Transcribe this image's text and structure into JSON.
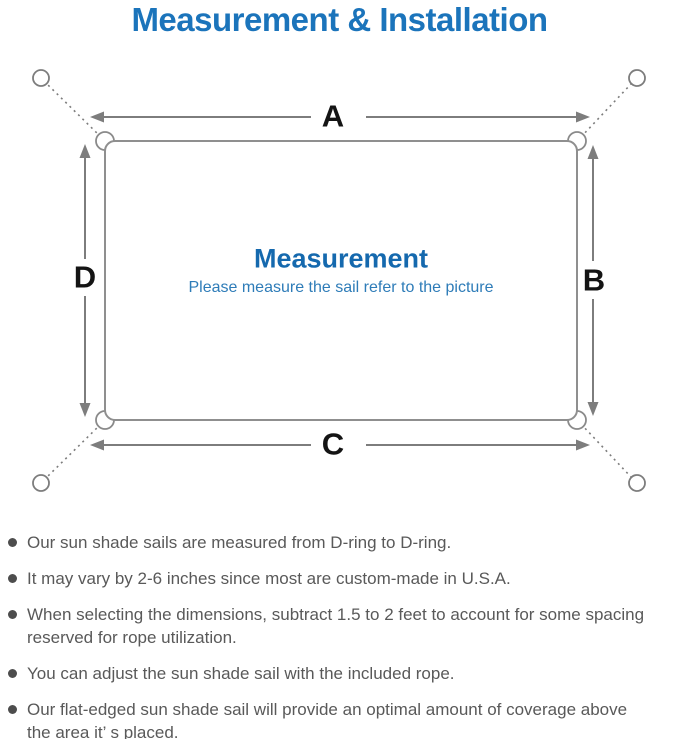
{
  "title": "Measurement & Installation",
  "diagram": {
    "labels": {
      "top": "A",
      "right": "B",
      "bottom": "C",
      "left": "D"
    },
    "center_heading": "Measurement",
    "center_subtitle": "Please measure the sail refer to the picture"
  },
  "bullets": [
    {
      "lines": [
        "Our sun shade sails are measured from D-ring to D-ring."
      ]
    },
    {
      "lines": [
        "It may vary by 2-6 inches since most are custom-made in U.S.A."
      ]
    },
    {
      "lines": [
        "When selecting the dimensions, subtract 1.5 to 2 feet to account for some spacing",
        "reserved for rope utilization."
      ]
    },
    {
      "lines": [
        "You can adjust the sun shade sail with the included rope."
      ]
    },
    {
      "lines": [
        "Our flat-edged sun shade sail will provide an optimal amount of coverage above",
        "the area it’ s placed."
      ]
    }
  ],
  "colors": {
    "title_blue": "#1b74bb",
    "heading_blue": "#1569ae",
    "subtitle_blue": "#2e7cb8",
    "body_gray": "#595959",
    "line_gray": "#7d7d7d"
  }
}
